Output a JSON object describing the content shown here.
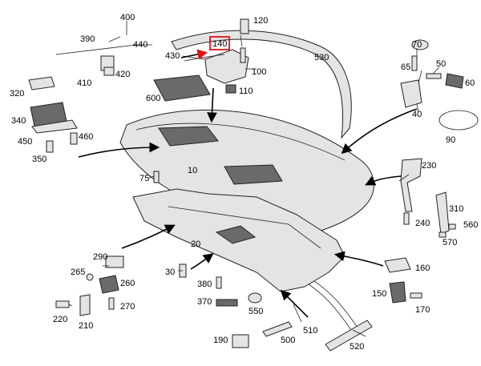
{
  "diagram": {
    "highlight_color": "#e01010",
    "highlighted_part": "140",
    "labels": {
      "p10": "10",
      "p20": "20",
      "p30": "30",
      "p40": "40",
      "p50": "50",
      "p60": "60",
      "p65": "65",
      "p70": "70",
      "p75": "75",
      "p90": "90",
      "p100": "100",
      "p110": "110",
      "p120": "120",
      "p140": "140",
      "p150": "150",
      "p160": "160",
      "p170": "170",
      "p190": "190",
      "p210": "210",
      "p220": "220",
      "p230": "230",
      "p240": "240",
      "p260": "260",
      "p265": "265",
      "p270": "270",
      "p290": "290",
      "p310": "310",
      "p320": "320",
      "p340": "340",
      "p350": "350",
      "p370": "370",
      "p380": "380",
      "p390": "390",
      "p400": "400",
      "p410": "410",
      "p420": "420",
      "p430": "430",
      "p440": "440",
      "p450": "450",
      "p460": "460",
      "p500": "500",
      "p510": "510",
      "p520": "520",
      "p530": "530",
      "p550": "550",
      "p560": "560",
      "p570": "570",
      "p600": "600"
    }
  }
}
